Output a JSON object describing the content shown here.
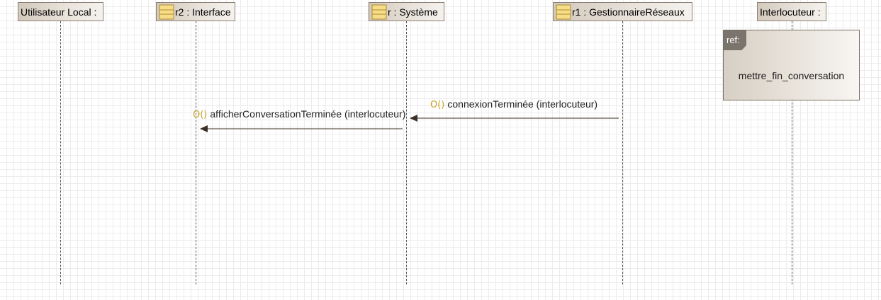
{
  "diagram": {
    "lifelines": [
      {
        "id": "ll-local",
        "label": "Utilisateur Local :",
        "has_icon": false
      },
      {
        "id": "ll-interface",
        "label": "r2 : Interface",
        "has_icon": true
      },
      {
        "id": "ll-systeme",
        "label": "r : Système",
        "has_icon": true
      },
      {
        "id": "ll-reseaux",
        "label": "r1 : GestionnaireRéseaux",
        "has_icon": true
      },
      {
        "id": "ll-interlocuteur",
        "label": "Interlocuteur :",
        "has_icon": false
      }
    ],
    "messages": [
      {
        "op_icon": "O()",
        "label": "connexionTerminée (interlocuteur)",
        "from": "r1 : GestionnaireRéseaux",
        "to": "r : Système"
      },
      {
        "op_icon": "O()",
        "label": "afficherConversationTerminée (interlocuteur)",
        "from": "r : Système",
        "to": "r2 : Interface"
      }
    ],
    "ref": {
      "tag": "ref:",
      "text": "mettre_fin_conversation"
    }
  },
  "colors": {
    "header_border": "#8b7f72",
    "operation_icon": "#c9a227",
    "class_icon_fill": "#f6dd8a",
    "class_icon_border": "#b08a2a"
  },
  "icons": {
    "class": "class-icon",
    "operation": "operation-icon"
  }
}
